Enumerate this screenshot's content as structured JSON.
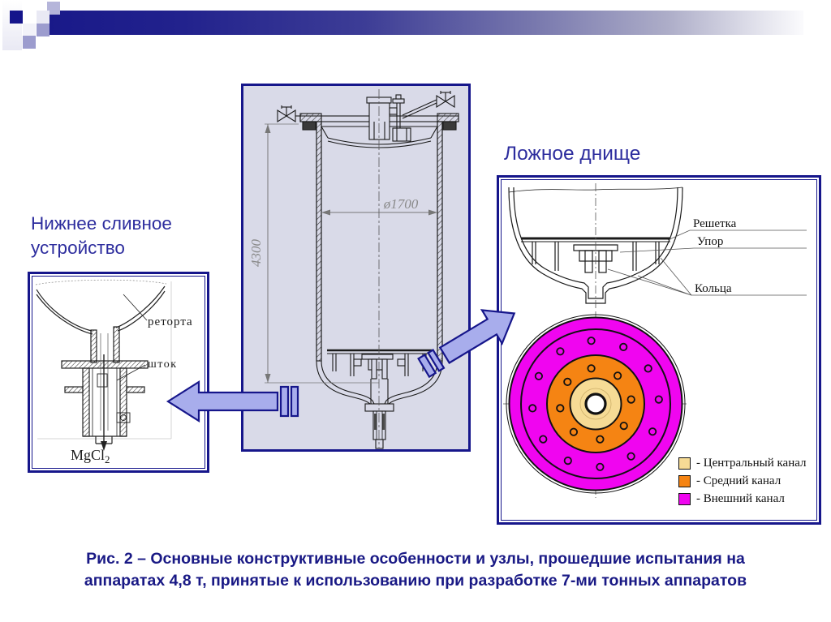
{
  "accent_colors": {
    "navy_border": "#16168B",
    "arrow_fill": "#A8ADEC",
    "center_panel_background": "#D9DAE8",
    "dimension_text": "#8A8A8A"
  },
  "left_panel": {
    "title": "Нижнее сливное устройство",
    "retort_label": "реторта",
    "rod_label": "шток",
    "substance_label": "MgCl",
    "substance_subscript": "2"
  },
  "center_panel": {
    "diameter_dimension": "ø1700",
    "height_dimension": "4300"
  },
  "right_panel": {
    "title": "Ложное днище",
    "grate_callout": "Решетка",
    "support_callout": "Упор",
    "rings_callout": "Кольца",
    "legend": [
      {
        "label": "- Центральный канал",
        "color": "#F6DB95"
      },
      {
        "label": "- Средний канал",
        "color": "#F58413"
      },
      {
        "label": "- Внешний канал",
        "color": "#F005F0"
      }
    ]
  },
  "caption": {
    "line1": "Рис. 2 – Основные конструктивные особенности и узлы, прошедшие испытания на",
    "line2": "аппаратах 4,8 т, принятые к использованию при разработке 7-ми тонных аппаратов"
  }
}
